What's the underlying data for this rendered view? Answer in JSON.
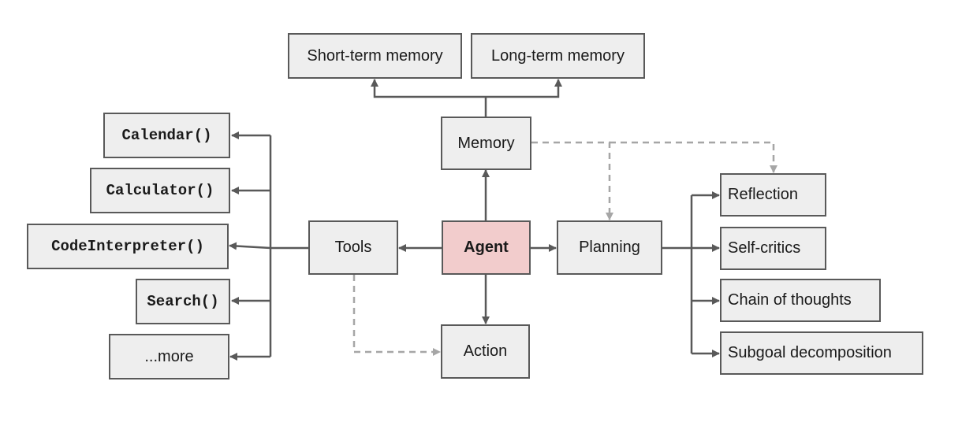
{
  "nodes": {
    "short_term_memory": "Short-term memory",
    "long_term_memory": "Long-term memory",
    "memory": "Memory",
    "agent": "Agent",
    "tools": "Tools",
    "planning": "Planning",
    "action": "Action",
    "calendar": "Calendar()",
    "calculator": "Calculator()",
    "code_interpreter": "CodeInterpreter()",
    "search": "Search()",
    "more": "...more",
    "reflection": "Reflection",
    "self_critics": "Self-critics",
    "chain_of_thoughts": "Chain of thoughts",
    "subgoal_decomposition": "Subgoal decomposition"
  },
  "colors": {
    "node_fill": "#eeeeee",
    "agent_fill": "#f2cccc",
    "border": "#595959",
    "solid_edge": "#595959",
    "dashed_edge": "#a6a6a6"
  }
}
